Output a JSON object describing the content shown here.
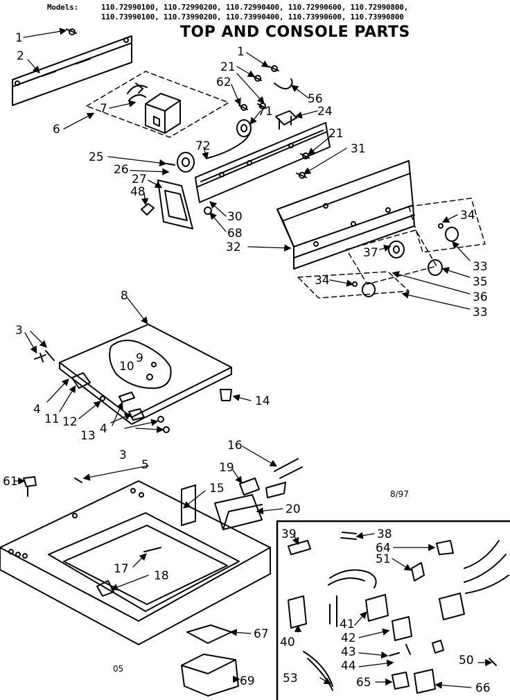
{
  "header": {
    "models_label": "Models:",
    "models_line1": "110.72990100, 110.72990200, 110.72990400, 110.72990600, 110.72990800,",
    "models_line2": "110.73990100, 110.73990200, 110.73990400, 110.73990600, 110.73990800",
    "title": "TOP AND CONSOLE PARTS"
  },
  "notes": {
    "date": "8/97",
    "page_code": "05"
  },
  "callouts": {
    "c1a": "1",
    "c2": "2",
    "c6": "6",
    "c7": "7",
    "c1b": "1",
    "c21a": "21",
    "c62": "62",
    "c56": "56",
    "c71": "71",
    "c24": "24",
    "c21b": "21",
    "c31": "31",
    "c72": "72",
    "c25": "25",
    "c26": "26",
    "c27": "27",
    "c48": "48",
    "c30": "30",
    "c68": "68",
    "c32": "32",
    "c34a": "34",
    "c37": "37",
    "c33a": "33",
    "c35": "35",
    "c34b": "34",
    "c36": "36",
    "c33b": "33",
    "c8": "8",
    "c3a": "3",
    "c9": "9",
    "c10": "10",
    "c4a": "4",
    "c11": "11",
    "c12": "12",
    "c13": "13",
    "c4b": "4",
    "c3b": "3",
    "c14": "14",
    "c16": "16",
    "c5": "5",
    "c61": "61",
    "c15": "15",
    "c19": "19",
    "c20": "20",
    "c17": "17",
    "c18": "18",
    "c67": "67",
    "c69": "69",
    "c39": "39",
    "c38": "38",
    "c64": "64",
    "c51": "51",
    "c41": "41",
    "c40": "40",
    "c42": "42",
    "c43": "43",
    "c44": "44",
    "c50": "50",
    "c53": "53",
    "c65": "65",
    "c66": "66"
  }
}
